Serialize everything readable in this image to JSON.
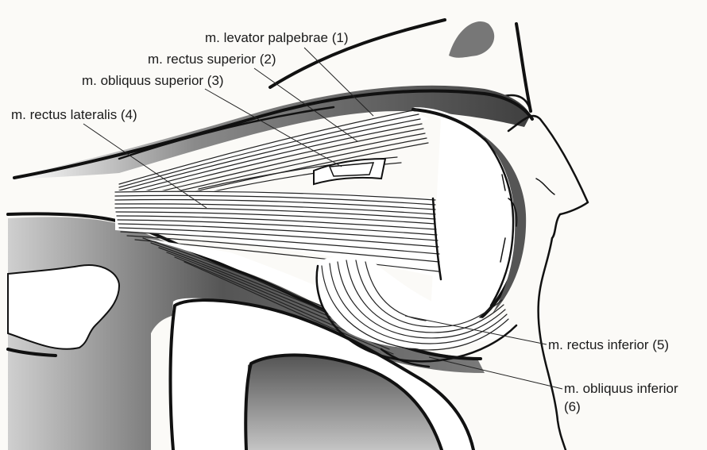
{
  "labels": [
    {
      "id": "levator",
      "text": "m. levator palpebrae (1)"
    },
    {
      "id": "rectus_superior",
      "text": "m. rectus superior (2)"
    },
    {
      "id": "obliquus_superior",
      "text": "m. obliquus superior (3)"
    },
    {
      "id": "rectus_lateralis",
      "text": "m. rectus lateralis (4)"
    },
    {
      "id": "rectus_inferior",
      "text": "m. rectus inferior (5)"
    },
    {
      "id": "obliquus_inferior_line1",
      "text": "m. obliquus inferior"
    },
    {
      "id": "obliquus_inferior_line2",
      "text": "(6)"
    }
  ],
  "colors": {
    "background": "#fbfaf7",
    "bone_dark": "#6e6e6e",
    "bone_mid": "#a9a9a9",
    "line": "#111111"
  }
}
